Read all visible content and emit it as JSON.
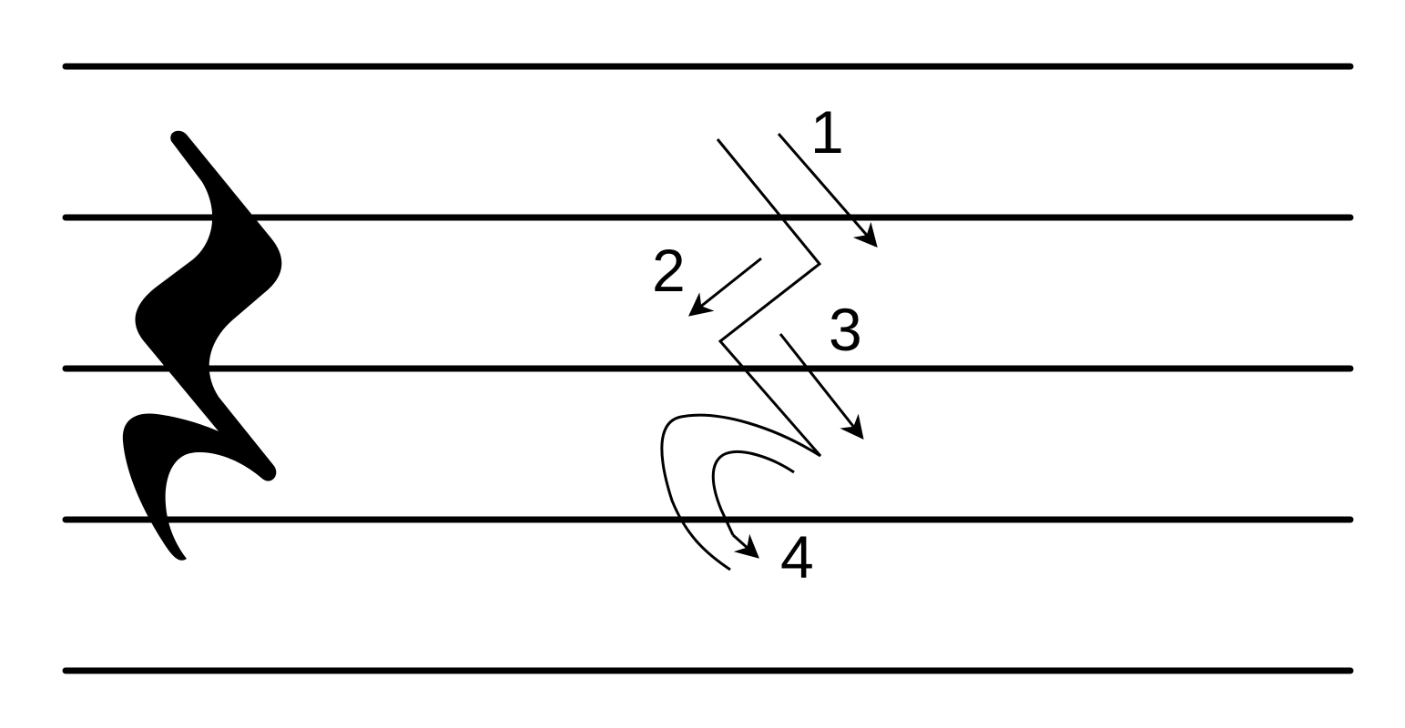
{
  "diagram": {
    "subject": "quarter-rest",
    "staff": {
      "line_count": 5
    },
    "steps": [
      {
        "label": "1"
      },
      {
        "label": "2"
      },
      {
        "label": "3"
      },
      {
        "label": "4"
      }
    ],
    "colors": {
      "ink": "#000000",
      "background": "#ffffff"
    }
  }
}
